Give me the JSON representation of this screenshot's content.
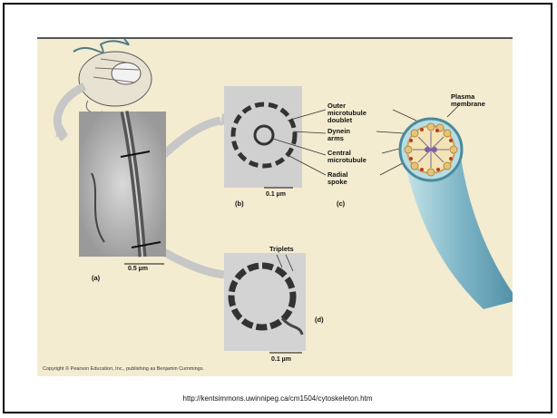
{
  "figure": {
    "copyright": "Copyright © Pearson Education, Inc., publishing as Benjamin Cummings.",
    "panel_labels": {
      "a": "(a)",
      "b": "(b)",
      "c": "(c)",
      "d": "(d)"
    },
    "scale_bars": {
      "a": "0.5 µm",
      "b": "0.1 µm",
      "d": "0.1 µm"
    },
    "callouts": {
      "outer_doublet_1": "Outer",
      "outer_doublet_2": "microtubule",
      "outer_doublet_3": "doublet",
      "dynein_1": "Dynein",
      "dynein_2": "arms",
      "central_1": "Central",
      "central_2": "microtubule",
      "radial_1": "Radial",
      "radial_2": "spoke",
      "plasma_1": "Plasma",
      "plasma_2": "membrane",
      "triplets": "Triplets"
    }
  },
  "source_url": "http://kentsimmons.uwinnipeg.ca/cm1504/cytoskeleton.htm"
}
